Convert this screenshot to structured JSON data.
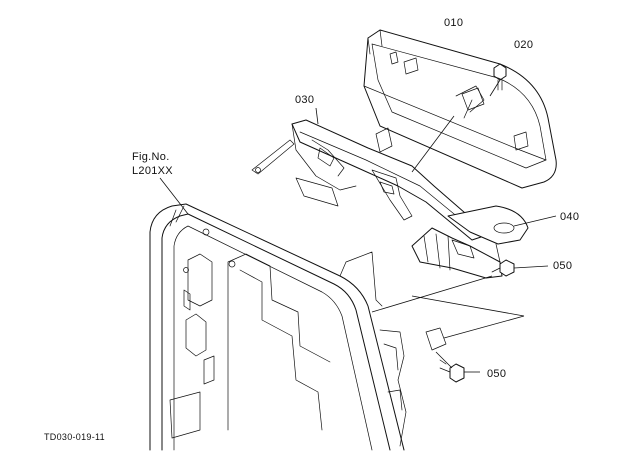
{
  "figure": {
    "fig_label_line1": "Fig.No.",
    "fig_label_line2": "L201XX",
    "drawing_id": "TD030-019-11"
  },
  "callouts": [
    {
      "id": "010",
      "text": "010"
    },
    {
      "id": "020",
      "text": "020"
    },
    {
      "id": "030",
      "text": "030"
    },
    {
      "id": "040",
      "text": "040"
    },
    {
      "id": "050a",
      "text": "050"
    },
    {
      "id": "050b",
      "text": "050"
    }
  ]
}
